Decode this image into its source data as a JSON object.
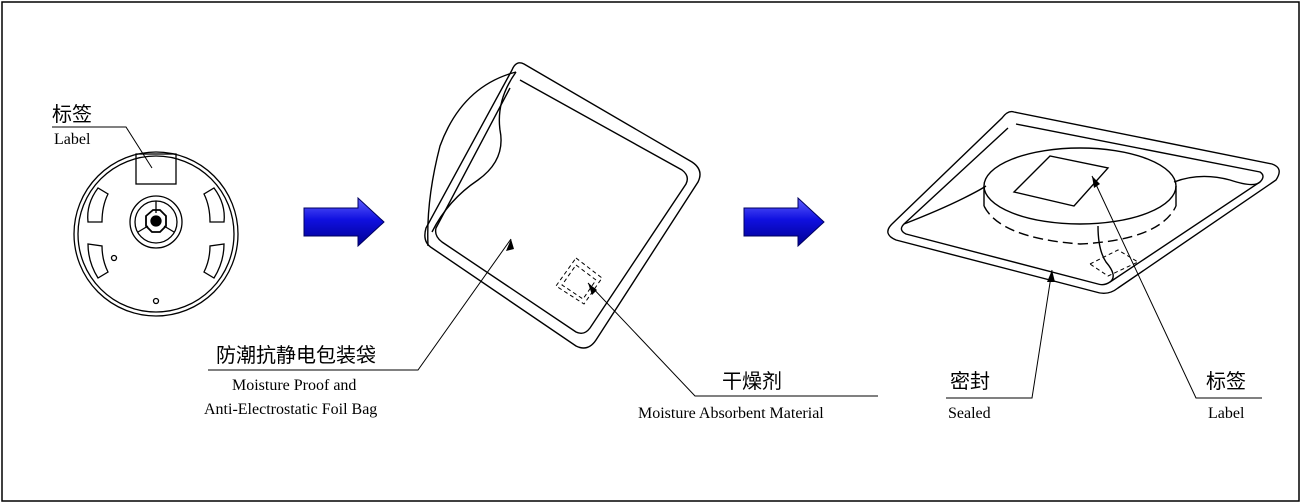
{
  "labels": {
    "reel_label_cn": "标签",
    "reel_label_en": "Label",
    "bag_cn": "防潮抗静电包装袋",
    "bag_en_1": "Moisture Proof and",
    "bag_en_2": "Anti-Electrostatic Foil Bag",
    "desiccant_cn": "干燥剂",
    "desiccant_en": "Moisture Absorbent Material",
    "sealed_cn": "密封",
    "sealed_en": "Sealed",
    "final_label_cn": "标签",
    "final_label_en": "Label"
  },
  "colors": {
    "arrow_fill": "#1010e0",
    "arrow_dark": "#000080",
    "line": "#000000"
  },
  "icons": [
    "reel-icon",
    "right-arrow-icon",
    "foil-bag-icon",
    "desiccant-pack-icon",
    "sealed-bag-icon"
  ]
}
